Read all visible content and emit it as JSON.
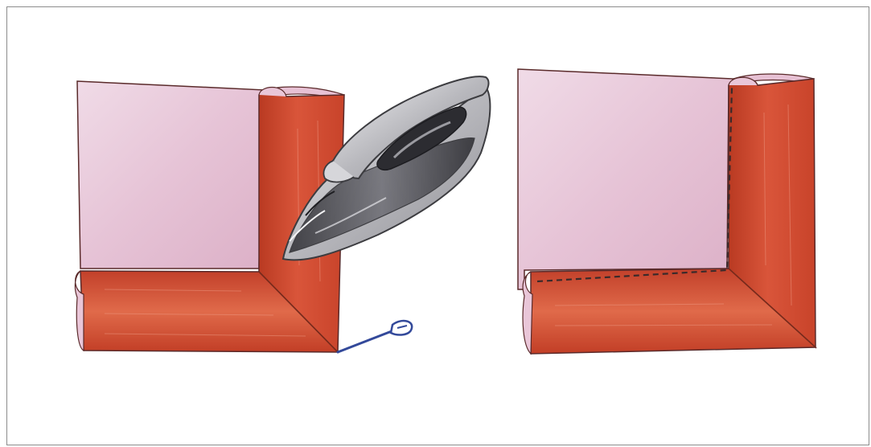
{
  "figure": {
    "panels": [
      {
        "id": "left",
        "depicts": "fabric-corner-pressed-hem"
      },
      {
        "id": "right",
        "depicts": "fabric-corner-stitched-hem"
      }
    ],
    "colors": {
      "fabric_face": "#e9c6d8",
      "fabric_highlight": "#f3e1ec",
      "hem_red": "#d2452b",
      "hem_dark": "#b93a22",
      "outline": "#5a2a2a",
      "iron_body": "#c9c9cc",
      "iron_dark": "#3c3c40",
      "pin_blue": "#33499a",
      "stitch": "#3a2a2a",
      "frame_border": "#8c8c8c"
    },
    "icons": [
      "iron-icon",
      "needle-icon"
    ]
  }
}
